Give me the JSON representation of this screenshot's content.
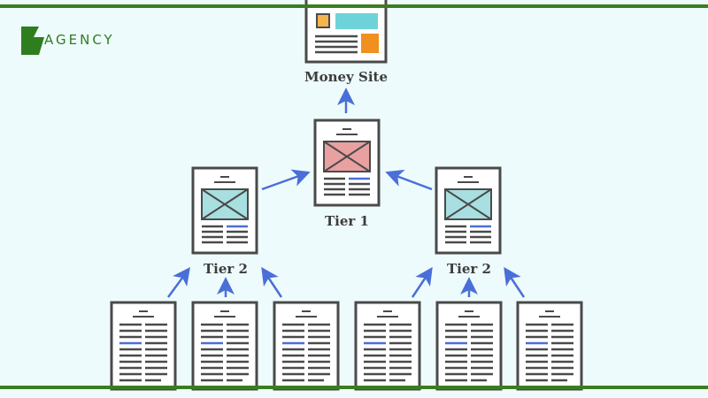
{
  "logo": {
    "mark": "43",
    "text": "AGENCY"
  },
  "labels": {
    "money_site": "Money Site",
    "tier1": "Tier 1",
    "tier2_left": "Tier 2",
    "tier2_right": "Tier 2"
  },
  "colors": {
    "border_band": "#3a7d1f",
    "arrow": "#4a6fd8",
    "doc_border": "#4a4a4a",
    "tier1_image": "#e8a0a0",
    "tier2_image": "#a8dfe0",
    "money_orange": "#f0901e",
    "money_teal": "#6dd3d8",
    "background": "#eefbfc"
  }
}
